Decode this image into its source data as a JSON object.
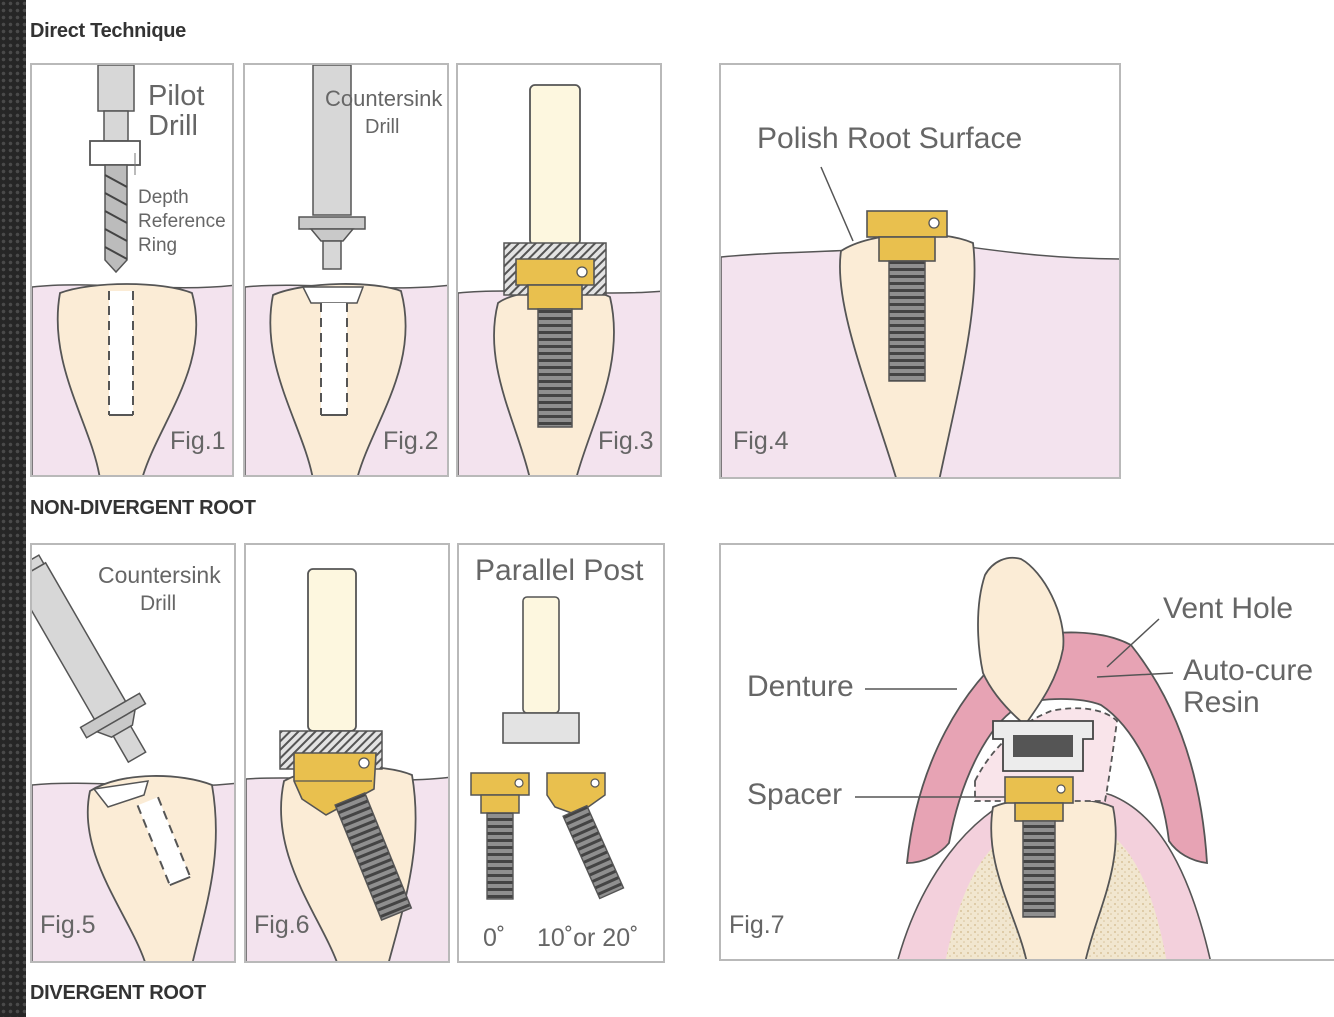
{
  "headings": {
    "direct": "Direct Technique",
    "non_divergent": "NON-DIVERGENT ROOT",
    "divergent": "DIVERGENT ROOT"
  },
  "labels": {
    "pilot_drill": [
      "Pilot",
      "Drill"
    ],
    "depth_reference_ring": [
      "Depth",
      "Reference",
      "Ring"
    ],
    "countersink_drill": [
      "Countersink",
      "Drill"
    ],
    "polish_root_surface": "Polish Root Surface",
    "parallel_post": "Parallel Post",
    "angle_0": "0˚",
    "angle_10_20": "10˚or 20˚",
    "vent_hole": "Vent Hole",
    "auto_cure_resin": [
      "Auto-cure",
      "Resin"
    ],
    "denture": "Denture",
    "spacer": "Spacer"
  },
  "figures": {
    "fig1": "Fig.1",
    "fig2": "Fig.2",
    "fig3": "Fig.3",
    "fig4": "Fig.4",
    "fig5": "Fig.5",
    "fig6": "Fig.6",
    "fig7": "Fig.7"
  },
  "colors": {
    "gum": "#f3e3ee",
    "tooth": "#fbecd6",
    "gold": "#e9c04e",
    "denture_pink": "#e7a3b4",
    "drill_gray": "#d7d7d7",
    "post_cream": "#fdf7df"
  }
}
